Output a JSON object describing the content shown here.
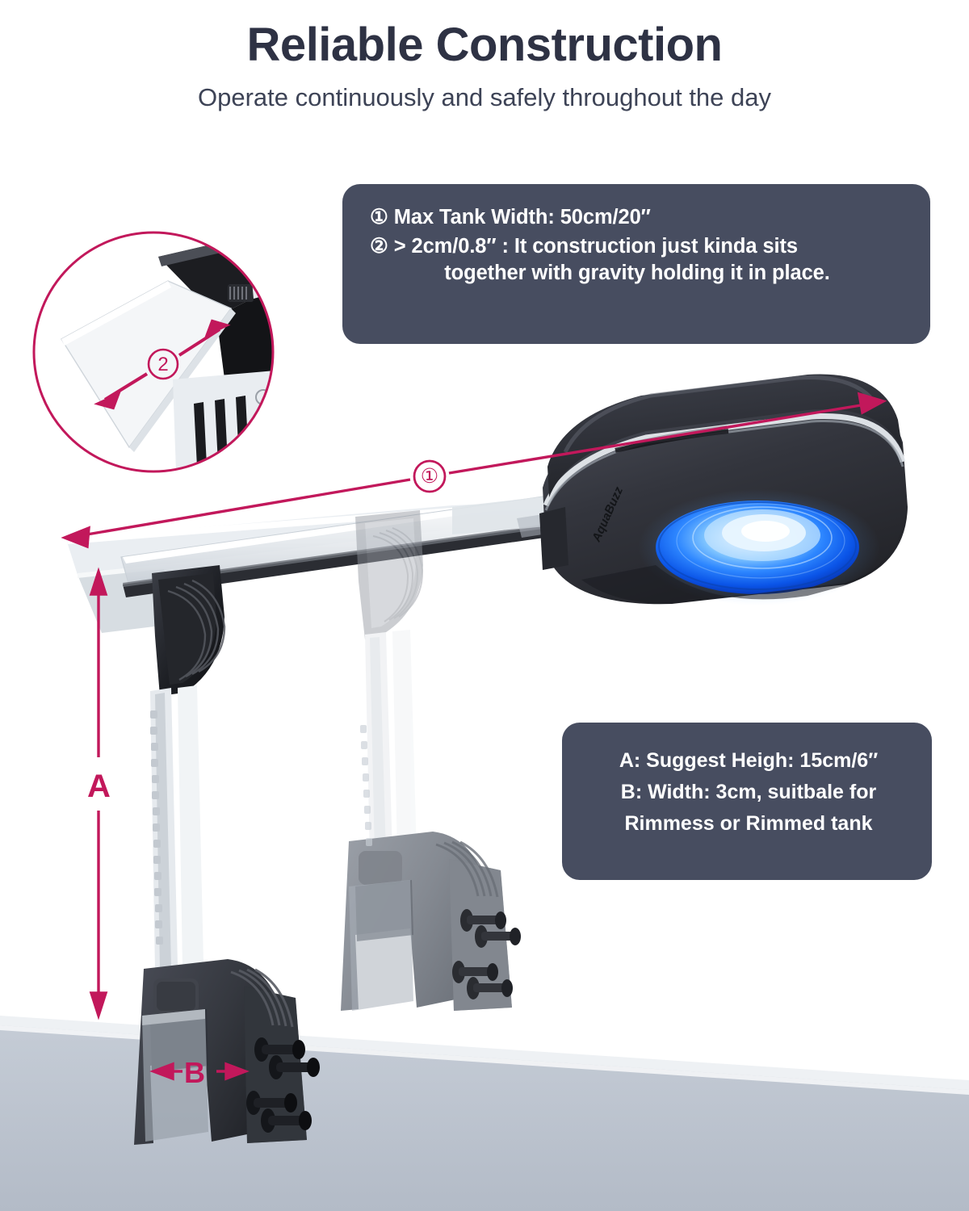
{
  "header": {
    "title": "Reliable Construction",
    "subtitle": "Operate continuously and safely throughout the day"
  },
  "panel_top": {
    "line1": "① Max Tank Width: 50cm/20″",
    "line2": "②  > 2cm/0.8″  : It construction just kinda sits",
    "line3": "together with gravity holding it in place."
  },
  "panel_bottom": {
    "line1": "A: Suggest Heigh: 15cm/6″",
    "line2": "B: Width: 3cm, suitbale for",
    "line3": "Rimmess or Rimmed tank"
  },
  "callouts": {
    "dim_one": "①",
    "dim_two": "②",
    "dim_a": "A",
    "dim_b": "B"
  },
  "product": {
    "brand_mark": "AquaBuzz"
  },
  "colors": {
    "title": "#2e3244",
    "subtitle": "#3d4356",
    "panel_bg": "#474d60",
    "panel_text": "#ffffff",
    "accent": "#c2185b",
    "led_blue": "#1a7bff",
    "tank_glass": "#b9c1cc",
    "body_dark": "#3a3d45",
    "chrome": "#d9dde2"
  }
}
